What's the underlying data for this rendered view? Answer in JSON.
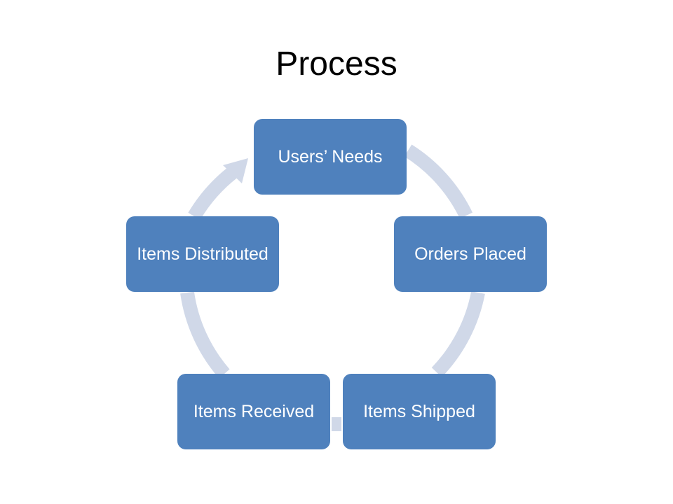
{
  "slide": {
    "title": "Process"
  },
  "cycle": {
    "arrow_color": "#d0d8e8",
    "node_color": "#4f81bd",
    "steps": [
      {
        "label": "Users’ Needs"
      },
      {
        "label": "Orders Placed"
      },
      {
        "label": "Items Shipped"
      },
      {
        "label": "Items Received"
      },
      {
        "label": "Items Distributed"
      }
    ]
  }
}
